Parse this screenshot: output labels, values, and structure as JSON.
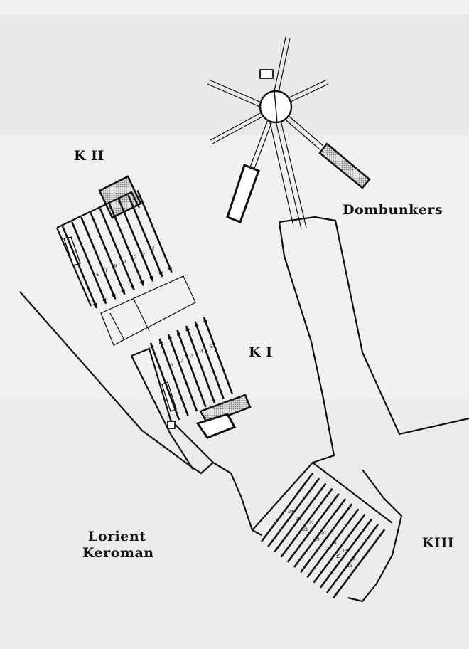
{
  "labels": {
    "k2": "K II",
    "k1": "K I",
    "k3": "KIII",
    "dombunkers": "Dombunkers",
    "place_line1": "Lorient",
    "place_line2": "Keroman"
  },
  "pen_numbers": {
    "k2": [
      "6",
      "7",
      "8",
      "9",
      "10",
      "11",
      "12"
    ],
    "k1": [
      "1",
      "2",
      "3",
      "4",
      "5"
    ],
    "k3": [
      "13",
      "14",
      "15",
      "16",
      "17",
      "18",
      "19",
      "20",
      "21",
      "22",
      "23",
      "24"
    ]
  },
  "colors": {
    "background": "#f1f1ef",
    "ink": "#111111",
    "hatch_fill": "#c8c8c8"
  }
}
